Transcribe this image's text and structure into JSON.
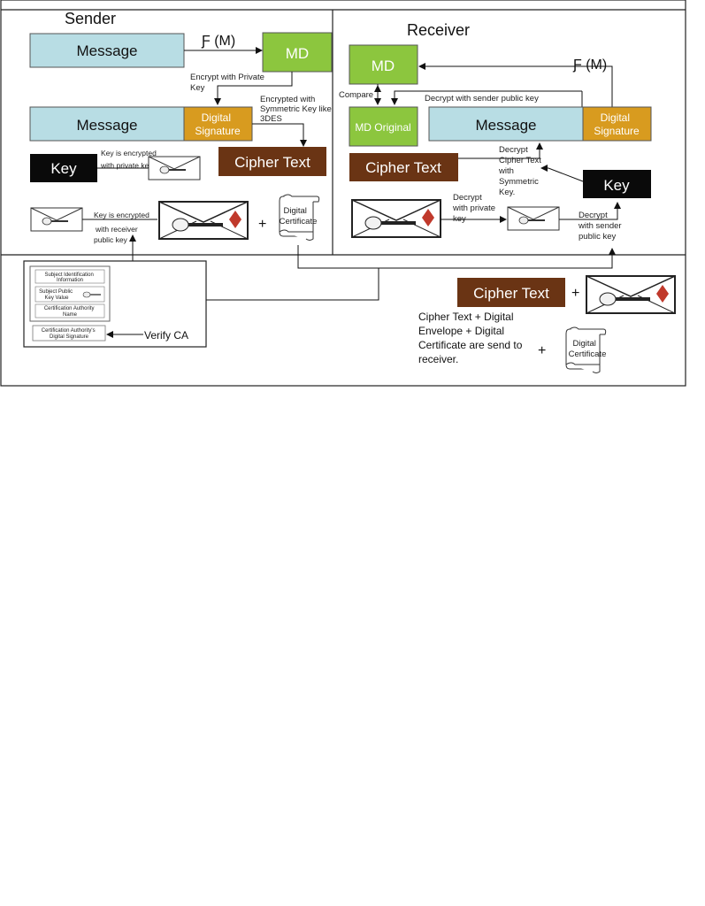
{
  "colors": {
    "message_fill": "#b8dde4",
    "md_fill": "#8cc63e",
    "signature_fill": "#d89b1f",
    "cipher_fill": "#6a3414",
    "key_fill": "#0a0a0a",
    "diamond": "#c0392b"
  },
  "sender": {
    "title": "Sender",
    "message_label": "Message",
    "fm_label": "Ƒ (M)",
    "md_label": "MD",
    "encrypt_private_key_lines": [
      "Encrypt with Private",
      "Key"
    ],
    "message2_label": "Message",
    "digital_signature_lines": [
      "Digital",
      "Signature"
    ],
    "encrypted_symmetric_lines": [
      "Encrypted with",
      "Symmetric Key like",
      "3DES"
    ],
    "key_label": "Key",
    "key_encrypted_private_lines": [
      "Key is encrypted",
      "with private key"
    ],
    "cipher_text_label": "Cipher Text",
    "key_encrypted_receiver_lines": [
      "Key is encrypted",
      "with receiver",
      "public key"
    ],
    "plus": "+",
    "digital_certificate_lines": [
      "Digital",
      "Certificate"
    ]
  },
  "receiver": {
    "title": "Receiver",
    "md_label": "MD",
    "fm_label": "Ƒ (M)",
    "compare_label": "Compare",
    "decrypt_sender_public_label": "Decrypt with sender public key",
    "md_original_label": "MD Original",
    "message_label": "Message",
    "digital_signature_lines": [
      "Digital",
      "Signature"
    ],
    "cipher_text_label": "Cipher Text",
    "decrypt_symmetric_lines": [
      "Decrypt",
      "Cipher Text",
      "with",
      "Symmetric",
      "Key."
    ],
    "key_label": "Key",
    "decrypt_private_lines": [
      "Decrypt",
      "with private",
      "key"
    ],
    "decrypt_sender_lines": [
      "Decrypt",
      "with sender",
      "public key"
    ]
  },
  "certificate": {
    "fields": [
      [
        "Subject Identification",
        "Information"
      ],
      [
        "Subject Public",
        "Key Value"
      ],
      [
        "Certification Authority",
        "Name"
      ]
    ],
    "ca_signature_lines": [
      "Certification Authority's",
      "Digital Signature"
    ],
    "verify_label": "Verify CA"
  },
  "bottom": {
    "cipher_text_label": "Cipher Text",
    "plus1": "+",
    "plus2": "+",
    "summary_lines": [
      "Cipher Text + Digital",
      "Envelope + Digital",
      "Certificate are send to",
      "receiver."
    ],
    "digital_certificate_lines": [
      "Digital",
      "Certificate"
    ]
  }
}
